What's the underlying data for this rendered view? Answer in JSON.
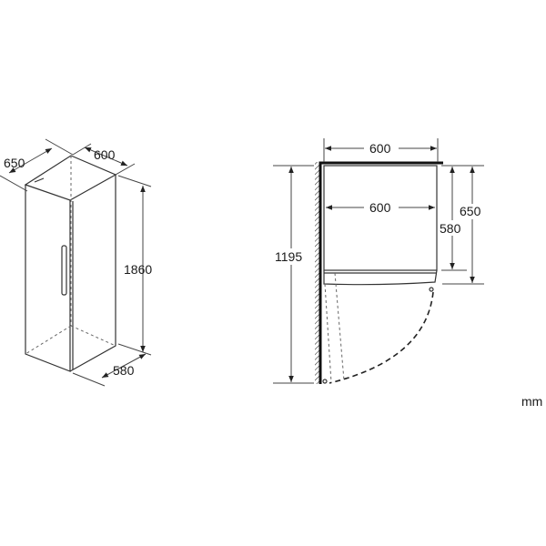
{
  "left_view": {
    "depth_total": "650",
    "width": "600",
    "height": "1860",
    "depth_body": "580"
  },
  "top_view": {
    "width_outer": "600",
    "width_inner": "600",
    "door_clearance": "1195",
    "depth_body": "580",
    "depth_total": "650"
  },
  "unit": "mm"
}
